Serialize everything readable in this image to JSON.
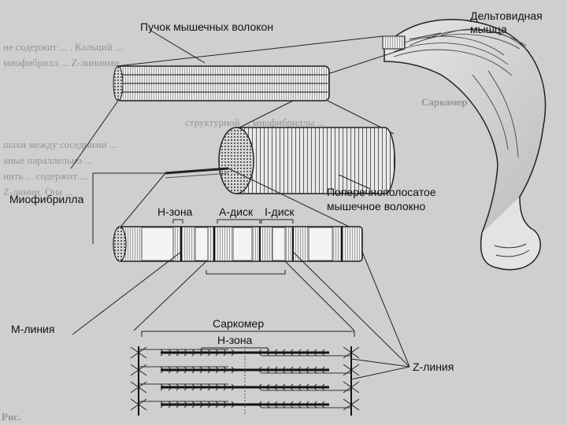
{
  "labels": {
    "deltoid_line1": "Дельтовидная",
    "deltoid_line2": "мышца",
    "fiber_bundle": "Пучок мышечных волокон",
    "myofibril": "Миофибрилла",
    "striated_fiber_line1": "Поперечнополосатое",
    "striated_fiber_line2": "мышечное волокно",
    "h_zone_top": "Н-зона",
    "a_disc": "А-диск",
    "i_disc": "I-диск",
    "m_line": "М-линия",
    "sarcomere": "Саркомер",
    "h_zone_sarcomere": "Н-зона",
    "z_line": "Z-линия"
  },
  "background_text": {
    "lines": [
      "не содержит ... . Кальций ...",
      "миофибрилл ... Z-линиями ...",
      "Саркомер",
      "структурной ... миофибриллы ...",
      "шахи между соседними ...",
      "аные параллельно ...",
      "нить ... содержит ...",
      "Z-линии. Она ...",
      "Рис."
    ]
  },
  "colors": {
    "page": "#cfcfcf",
    "ink": "#111111",
    "ghost_text": "#666666"
  }
}
